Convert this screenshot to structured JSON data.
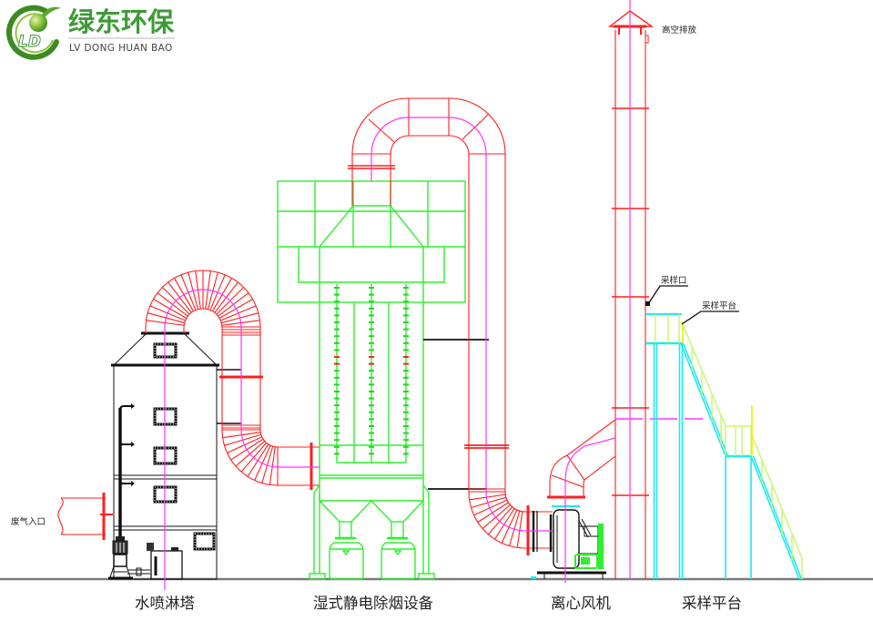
{
  "logo": {
    "monogram": "LD",
    "brand_name_cn": "绿东环保",
    "brand_name_en": "LV DONG HUAN BAO"
  },
  "callouts": {
    "high_altitude_discharge": "高空排放",
    "sampling_port": "采样口",
    "sampling_platform": "采样平台",
    "waste_gas_inlet": "废气入口"
  },
  "equipment": [
    {
      "label": "水喷淋塔"
    },
    {
      "label": "湿式静电除烟设备"
    },
    {
      "label": "离心风机"
    },
    {
      "label": "采样平台"
    }
  ],
  "colors": {
    "duct": "#ff1e1e",
    "centerline": "#ff33ff",
    "wesp": "#2ef02e",
    "platform": "#1ee8f0",
    "handrail": "#c8f56a",
    "brand": "#3d9b35"
  }
}
